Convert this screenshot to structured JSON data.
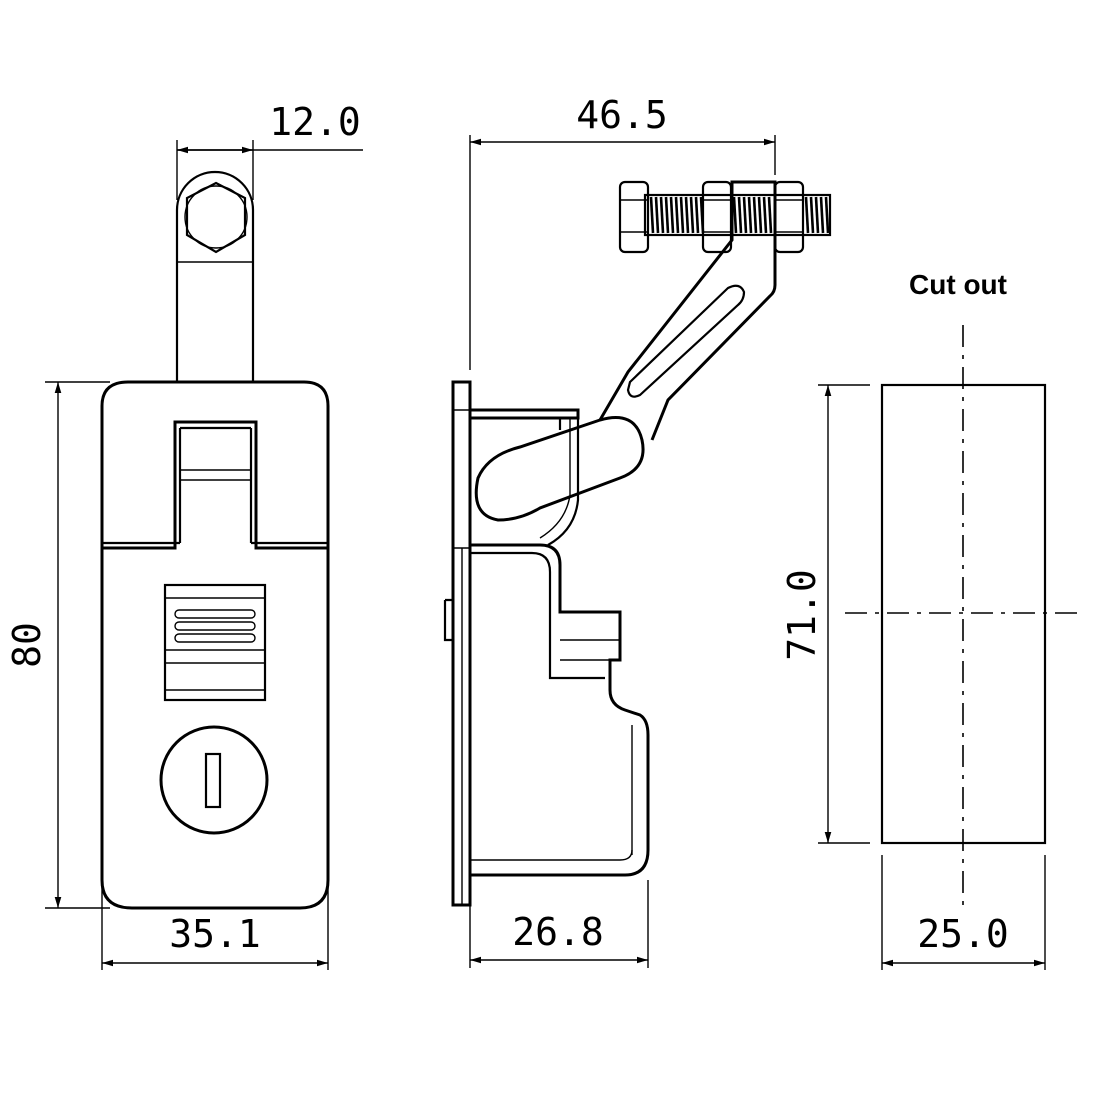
{
  "front_view": {
    "bolt_width_label": "12.0",
    "height_label": "80",
    "width_label": "35.1"
  },
  "side_view": {
    "overall_width_label": "46.5",
    "body_depth_label": "26.8"
  },
  "cut_out": {
    "title": "Cut out",
    "height_label": "71.0",
    "width_label": "25.0"
  }
}
